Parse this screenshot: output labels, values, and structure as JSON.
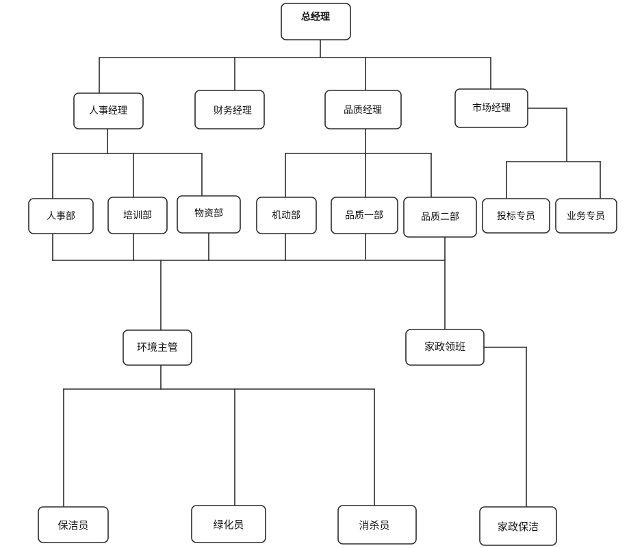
{
  "org_chart": {
    "nodes": {
      "gm": "总经理",
      "hr_manager": "人事经理",
      "finance_manager": "财务经理",
      "quality_manager": "品质经理",
      "market_manager": "市场经理",
      "hr_dept": "人事部",
      "training_dept": "培训部",
      "materials_dept": "物资部",
      "mobile_dept": "机动部",
      "quality_dept_1": "品质一部",
      "quality_dept_2": "品质二部",
      "bid_specialist": "投标专员",
      "business_specialist": "业务专员",
      "env_supervisor": "环境主管",
      "housekeeping_lead": "家政领班",
      "cleaner": "保洁员",
      "greening_staff": "绿化员",
      "pest_control": "消杀员",
      "housekeeping_cleaner": "家政保洁"
    }
  }
}
